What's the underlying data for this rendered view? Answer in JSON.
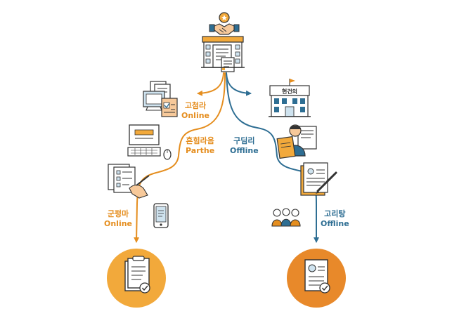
{
  "labels": {
    "top_left": {
      "ko": "고첨라",
      "en": "Online"
    },
    "center_left": {
      "ko": "흔힘라음",
      "en": "Parthe"
    },
    "center_right": {
      "ko": "구딤리",
      "en": "Offline"
    },
    "bottom_left": {
      "ko": "군펑마",
      "en": "Online"
    },
    "bottom_right": {
      "ko": "고리탕",
      "en": "Offline"
    }
  },
  "building_sign": "현건의",
  "colors": {
    "orange": "#E58E1F",
    "blue": "#2E6E93",
    "ink": "#333333",
    "peach": "#F7C99A",
    "light_blue": "#CFE3EF",
    "circle_left": "#F2A93B",
    "circle_right": "#E8892A"
  },
  "icons": [
    "handshake-icon",
    "office-building-icon",
    "desktop-documents-icon",
    "computer-keyboard-mouse-icon",
    "form-checklist-hand-icon",
    "smartphone-icon",
    "government-building-icon",
    "person-documents-icon",
    "document-signing-icon",
    "people-group-icon",
    "approved-document-icon",
    "approved-profile-document-icon"
  ]
}
